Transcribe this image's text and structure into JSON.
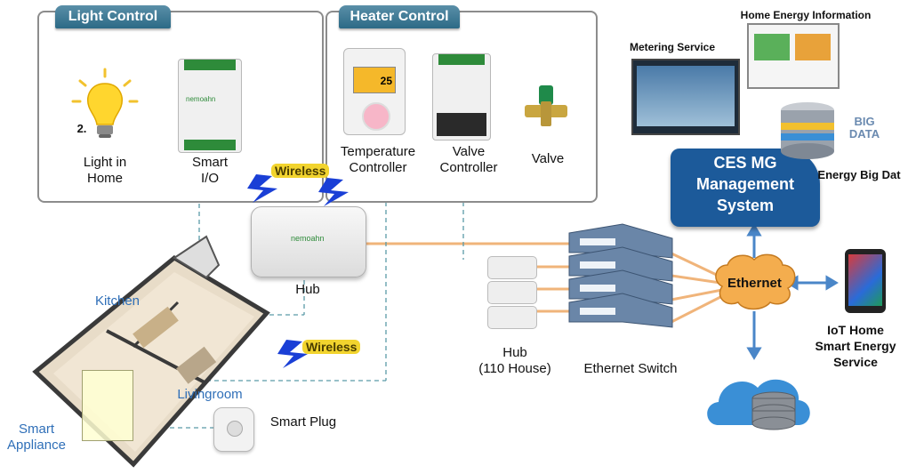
{
  "panels": {
    "light": {
      "title": "Light Control"
    },
    "heater": {
      "title": "Heater Control"
    }
  },
  "labels": {
    "light_in_home": [
      "Light in",
      "Home"
    ],
    "smart_io": [
      "Smart",
      "I/O"
    ],
    "temp_controller": [
      "Temperature",
      "Controller"
    ],
    "valve_controller": [
      "Valve",
      "Controller"
    ],
    "valve": "Valve",
    "hub": "Hub",
    "hub_110": [
      "Hub",
      "(110 House)"
    ],
    "ethernet_switch": "Ethernet Switch",
    "ethernet": "Ethernet",
    "iot_service": [
      "IoT Home",
      "Smart Energy",
      "Service"
    ],
    "kitchen": "Kitchen",
    "livingroom": "Livingroom",
    "smart_appliance": [
      "Smart",
      "Appliance"
    ],
    "smart_plug": "Smart Plug",
    "wireless_top": "Wireless",
    "wireless_mid": "Wireless",
    "metering_service": "Metering Service",
    "home_energy_info": "Home Energy Information",
    "energy_big_data": "Energy Big Dat",
    "big_data_badge": [
      "BIG",
      "DATA"
    ],
    "mgmt_system": [
      "CES MG",
      "Management",
      "System"
    ],
    "bulb_number": "2.",
    "thermostat_display": "25",
    "device_brand": "nemoahn"
  },
  "colors": {
    "panel_tab": "#2c6a86",
    "management": "#1c5a9a",
    "ethernet_line": "#f0b47a",
    "dashed_line": "#5a9aa8",
    "arrow": "#4a86c8",
    "wireless_badge": "#f2d42e",
    "lightning": "#1a3fd6"
  },
  "icons": [
    "light-bulb-icon",
    "smart-io-icon",
    "thermostat-icon",
    "valve-controller-icon",
    "valve-icon",
    "hub-icon",
    "hub-stack-icon",
    "ethernet-switch-icon",
    "ethernet-cloud-icon",
    "smartphone-icon",
    "database-cloud-icon",
    "big-data-icon",
    "monitor-icon",
    "lightning-icon",
    "smart-plug-icon",
    "house-floorplan-icon"
  ]
}
